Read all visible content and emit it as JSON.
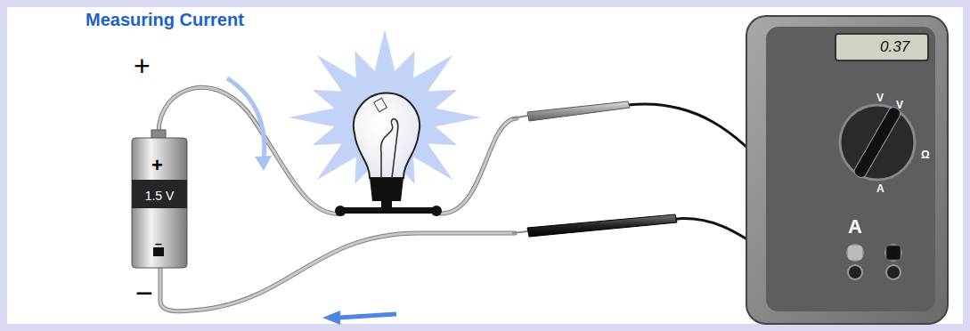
{
  "diagram": {
    "title": "Measuring Current",
    "nodes": [
      {
        "text": [
          "+",
          "1.5 V",
          "–"
        ]
      },
      {
        "text": [
          "0.37",
          "V",
          "V",
          "Ω",
          "A",
          "A"
        ]
      }
    ],
    "labels": [
      "+",
      "−"
    ]
  }
}
